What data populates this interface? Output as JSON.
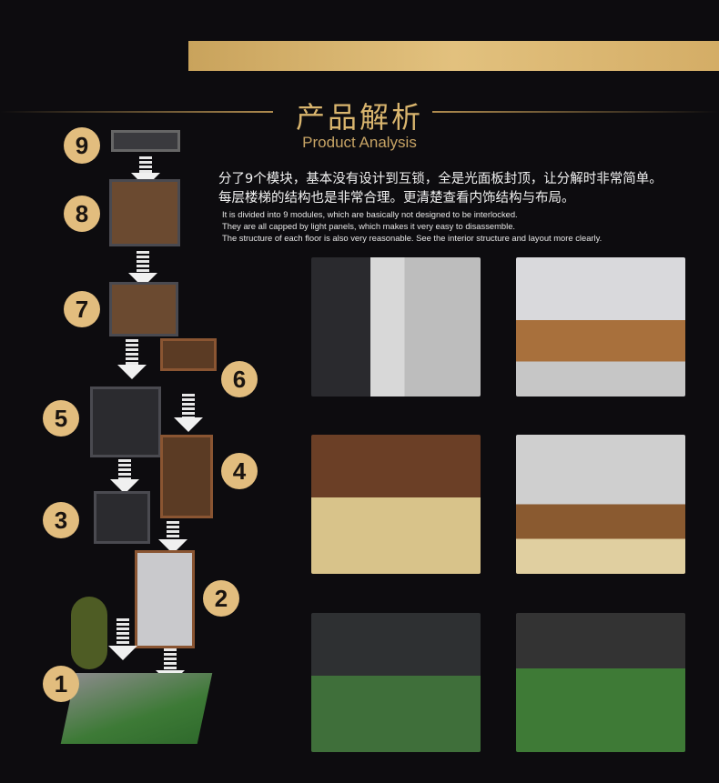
{
  "header": {
    "title_cn": "产品解析",
    "title_en": "Product Analysis"
  },
  "description": {
    "cn": [
      "分了9个模块，基本没有设计到互锁，全是光面板封顶，让分解时非常简单。",
      "每层楼梯的结构也是非常合理。更清楚查看内饰结构与布局。"
    ],
    "en": [
      "It is divided into 9 modules, which are basically not designed to be interlocked.",
      "They are all capped by light panels, which makes it very easy to disassemble.",
      "The structure of each floor is also very reasonable. See the interior structure and layout more clearly."
    ]
  },
  "modules": [
    "9",
    "8",
    "7",
    "6",
    "5",
    "4",
    "3",
    "2",
    "1"
  ]
}
